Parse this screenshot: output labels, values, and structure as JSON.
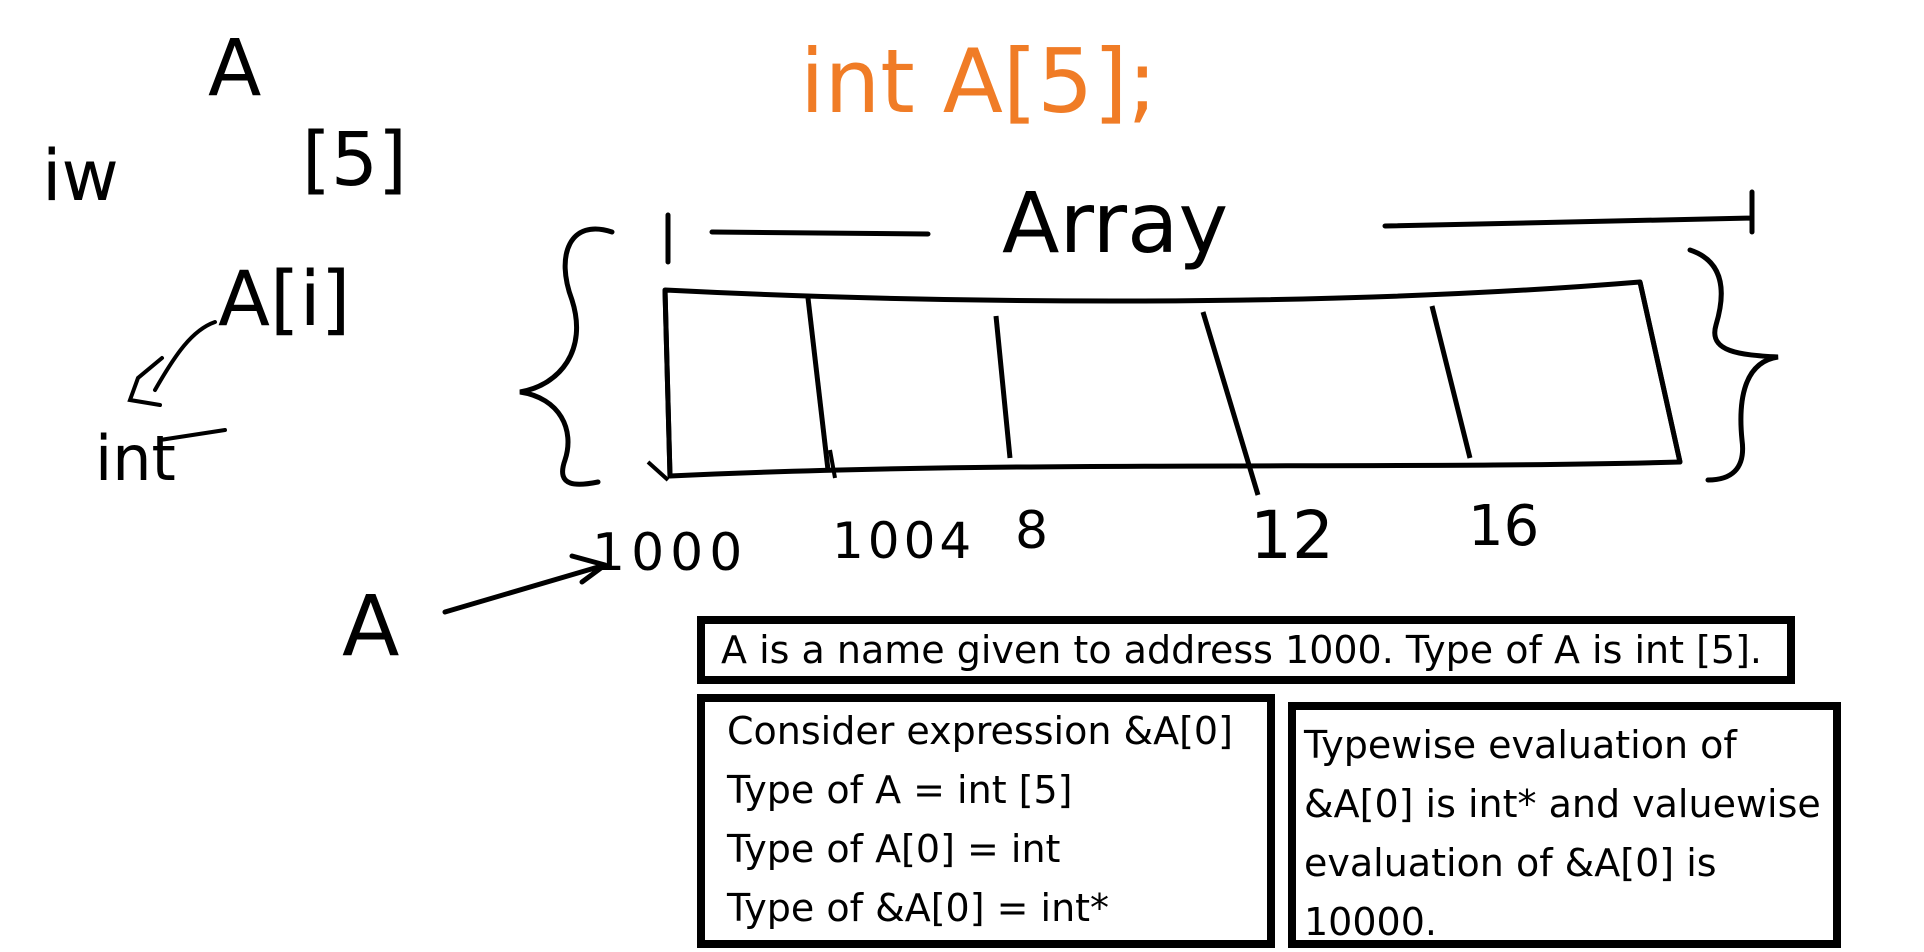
{
  "handwritten": {
    "label_A_top": "A",
    "label_int_left": "iw",
    "label_size_left": "[5]",
    "label_Ai": "A[i]",
    "label_int_under": "int",
    "declaration": "int A[5];",
    "array_title": "Array",
    "address_1000": "1000",
    "address_1004": "1004",
    "address_8": "8",
    "address_12": "12",
    "address_16": "16",
    "label_A_pointer": "A"
  },
  "colors": {
    "ink": "#000000",
    "orange": "#f07c26"
  },
  "note_main": "A is a name given to address 1000. Type of A is int [5].",
  "note_left": {
    "line1": "Consider expression &A[0]",
    "line2": "Type of A = int [5]",
    "line3": "Type of A[0] = int",
    "line4": "Type of &A[0] = int*"
  },
  "note_right": {
    "line1": "Typewise evaluation of",
    "line2": "&A[0] is int* and valuewise",
    "line3": "evaluation of &A[0] is",
    "line4": "10000."
  }
}
